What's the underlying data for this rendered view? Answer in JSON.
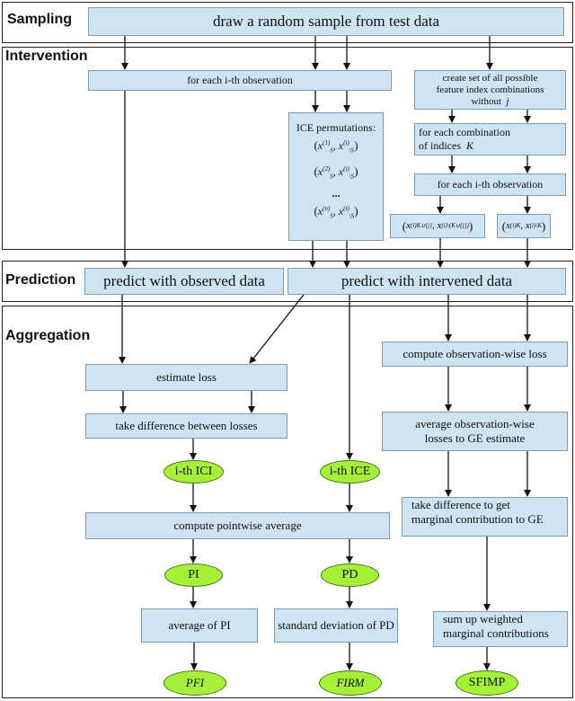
{
  "sections": {
    "sampling": "Sampling",
    "intervention": "Intervention",
    "prediction": "Prediction",
    "aggregation": "Aggregation"
  },
  "boxes": {
    "draw_sample": "draw a random sample from test data",
    "for_each_obs": "for each i-th observation",
    "ice_permutations": "ICE permutations:",
    "create_set_line1": "create set of all possible",
    "create_set_line2": "feature index combinations",
    "create_set_line3": "without",
    "create_set_j": "j",
    "for_each_comb_line1": "for each combination",
    "for_each_comb_line2": "of indices",
    "for_each_comb_k": "K",
    "for_each_obs_2": "for each i-th observation",
    "predict_observed": "predict with observed data",
    "predict_intervened": "predict with intervened data",
    "estimate_loss": "estimate loss",
    "take_difference_losses": "take difference between losses",
    "compute_obs_wise_loss": "compute observation-wise loss",
    "average_obs_wise_line1": "average observation-wise",
    "average_obs_wise_line2": "losses to GE estimate",
    "compute_pointwise_avg": "compute pointwise average",
    "take_diff_marginal_line1": "take difference to get",
    "take_diff_marginal_line2": "marginal contribution to GE",
    "average_of_pi": "average of PI",
    "std_of_pd": "standard deviation of PD",
    "sum_up_line1": "sum up weighted",
    "sum_up_line2": "marginal contributions"
  },
  "outputs": {
    "ici": "i-th ICI",
    "ice": "i-th ICE",
    "pi": "PI",
    "pd": "PD",
    "pfi": "PFI",
    "firm": "FIRM",
    "sfimp": "SFIMP"
  },
  "colors": {
    "box_fill": "#cfe4f3",
    "box_border": "#7f9bb2",
    "ellipse_fill": "#a6f03a",
    "ellipse_border": "#3f7a10",
    "line": "#111111"
  }
}
